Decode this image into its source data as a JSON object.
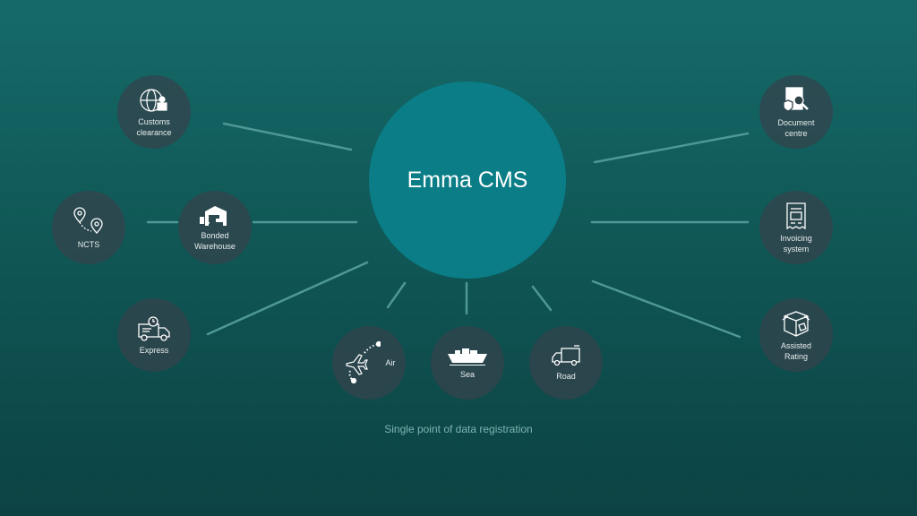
{
  "hub": {
    "title": "Emma CMS"
  },
  "nodes": {
    "customs": "Customs\nclearance",
    "ncts": "NCTS",
    "bonded": "Bonded\nWarehouse",
    "express": "Express",
    "air": "Air",
    "sea": "Sea",
    "road": "Road",
    "document": "Document\ncentre",
    "invoicing": "Invoicing\nsystem",
    "assisted": "Assisted\nRating"
  },
  "caption": "Single point of data registration",
  "colors": {
    "hub": "#0a7d87",
    "node": "#34434c",
    "line": "#4e9a99"
  }
}
